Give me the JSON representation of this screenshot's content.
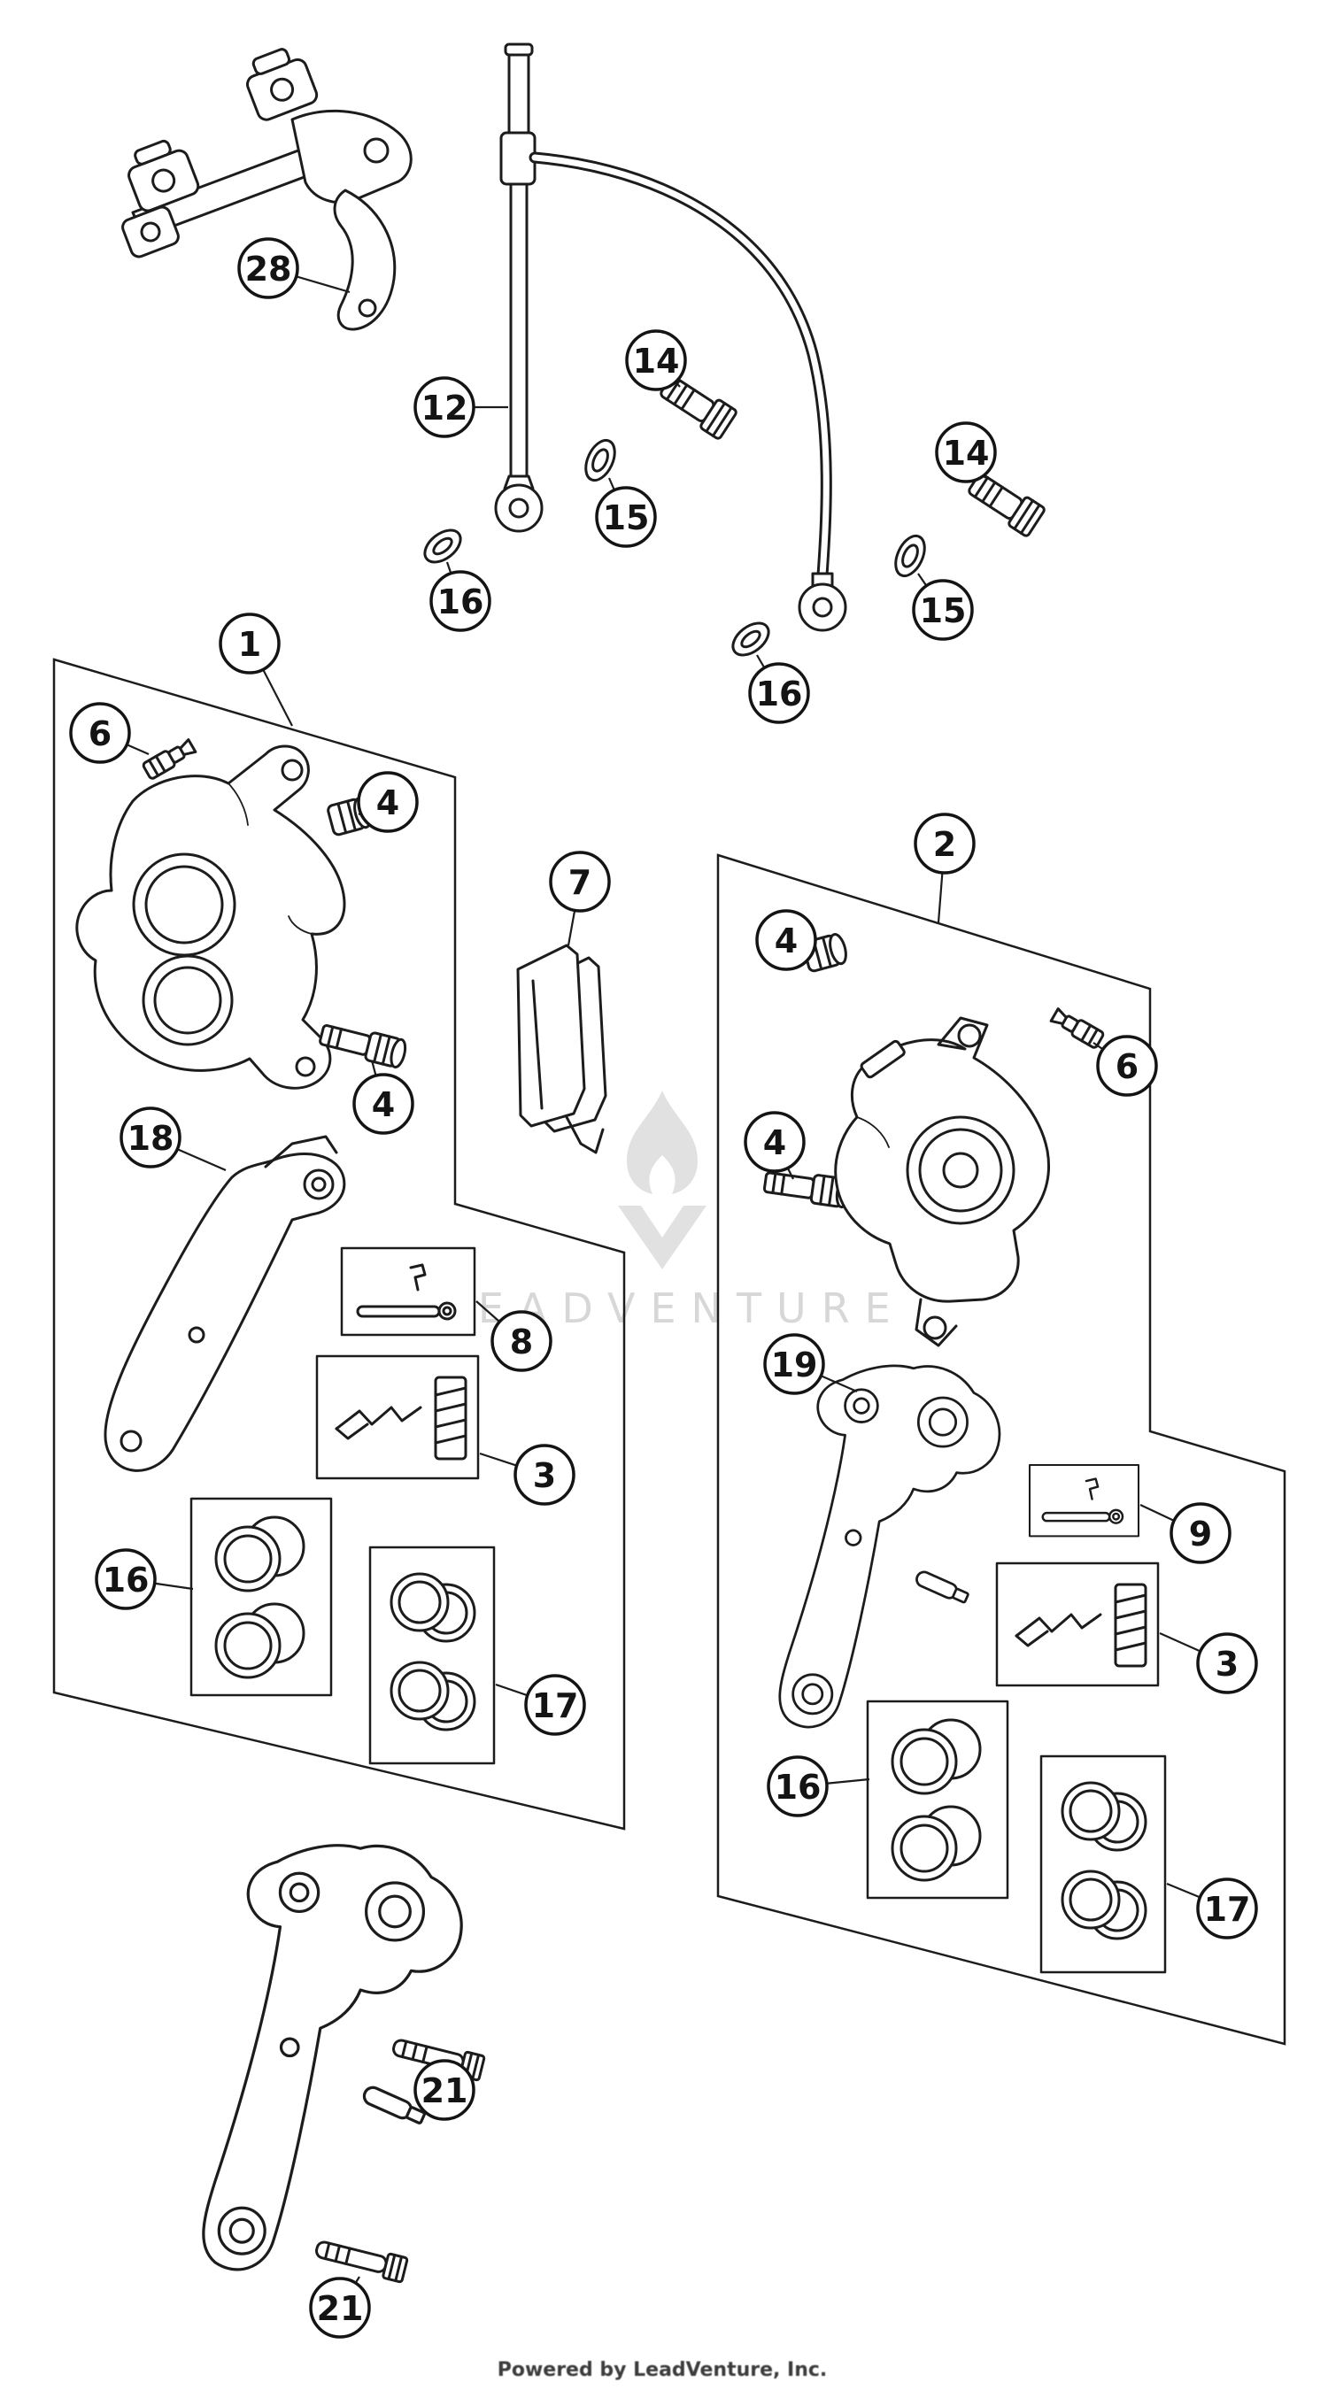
{
  "watermark": {
    "text": "LEADVENTURE",
    "logo_icon": "leadventure-flame-logo"
  },
  "footer": {
    "credit": "Powered by LeadVenture, Inc."
  },
  "colors": {
    "line": "#1c1c1c",
    "watermark": "#d7d7d7",
    "background": "#ffffff"
  },
  "callouts": [
    {
      "label": "28"
    },
    {
      "label": "12"
    },
    {
      "label": "14"
    },
    {
      "label": "15"
    },
    {
      "label": "16"
    },
    {
      "label": "14"
    },
    {
      "label": "15"
    },
    {
      "label": "16"
    },
    {
      "label": "1"
    },
    {
      "label": "6"
    },
    {
      "label": "4"
    },
    {
      "label": "7"
    },
    {
      "label": "2"
    },
    {
      "label": "4"
    },
    {
      "label": "6"
    },
    {
      "label": "4"
    },
    {
      "label": "4"
    },
    {
      "label": "18"
    },
    {
      "label": "8"
    },
    {
      "label": "19"
    },
    {
      "label": "3"
    },
    {
      "label": "9"
    },
    {
      "label": "16"
    },
    {
      "label": "3"
    },
    {
      "label": "17"
    },
    {
      "label": "16"
    },
    {
      "label": "17"
    },
    {
      "label": "21"
    },
    {
      "label": "21"
    }
  ]
}
